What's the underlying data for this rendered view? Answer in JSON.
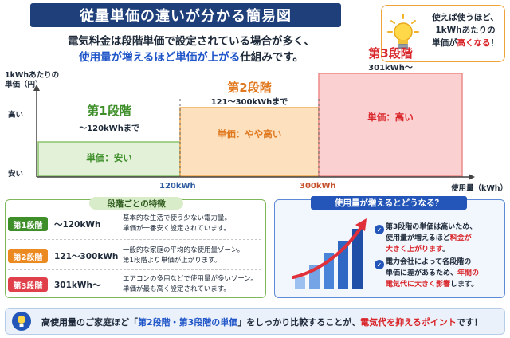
{
  "header": {
    "title": "従量単価の違いが分かる簡易図",
    "intro_line1": "電気料金は段階単価で設定されている場合が多く、",
    "intro_line2_a": "使用量が増えるほど単価が上がる",
    "intro_line2_b": "仕組みです。"
  },
  "callout": {
    "line1": "使えば使うほど、",
    "line2": "1kWhあたりの",
    "line3_a": "単価が",
    "line3_b": "高くなる",
    "line3_c": "！",
    "icon": "lightbulb-icon"
  },
  "chart": {
    "ylabel_line1": "1kWhあたりの",
    "ylabel_line2": "単価（円）",
    "y_high": "高い",
    "y_low": "安い",
    "xlabel": "使用量（kWh）",
    "x_tick_1": "120kWh",
    "x_tick_2": "300kWh"
  },
  "chart_data": {
    "type": "bar",
    "categories": [
      "第1段階",
      "第2段階",
      "第3段階"
    ],
    "ranges": [
      "〜120kWhまで",
      "121〜300kWhまで",
      "301kWh〜"
    ],
    "values": [
      1,
      2,
      3
    ],
    "labels": [
      "単価：安い",
      "単価：やや高い",
      "単価：高い"
    ],
    "xlabel": "使用量（kWh）",
    "ylabel": "1kWhあたりの単価（円）",
    "x_ticks": [
      "120kWh",
      "300kWh"
    ],
    "y_ticks": [
      "安い",
      "高い"
    ],
    "colors": [
      "#e3f1d8",
      "#fde0bd",
      "#fbd0d0"
    ],
    "title_colors": [
      "#3e8f2a",
      "#e0781e",
      "#d9262b"
    ]
  },
  "features": {
    "title": "段階ごとの特徴",
    "rows": [
      {
        "badge": "第1段階",
        "range": "〜120kWh",
        "desc1": "基本的な生活で使う少ない電力量。",
        "desc2": "単価が一番安く設定されています。",
        "color": "#3e8f2a"
      },
      {
        "badge": "第2段階",
        "range": "121〜300kWh",
        "desc1": "一般的な家庭の平均的な使用量ゾーン。",
        "desc2": "第1段階より単価が上がります。",
        "color": "#ec8a22"
      },
      {
        "badge": "第3段階",
        "range": "301kWh〜",
        "desc1": "エアコンの多用などで使用量が多いゾーン。",
        "desc2": "単価が最も高く設定されています。",
        "color": "#e0404a"
      }
    ]
  },
  "effects": {
    "title": "使用量が増えるとどうなる？",
    "item1_a": "第3段階の単価は高いため、",
    "item1_b": "使用量が増えるほど",
    "item1_c": "料金が",
    "item1_d": "大きく上がります",
    "item1_e": "。",
    "item2_a": "電力会社によって各段階の",
    "item2_b": "単価に差があるため、",
    "item2_c": "年間の",
    "item2_d": "電気代に大きく影響",
    "item2_e": "します。",
    "graph_values": [
      1,
      2,
      3,
      4,
      5
    ]
  },
  "footer": {
    "text_a": "高使用量のご家庭ほど「",
    "text_b": "第2段階・第3段階の単価",
    "text_c": "」をしっかり比較することが、",
    "text_d": "電気代を抑えるポイント",
    "text_e": "です！"
  }
}
